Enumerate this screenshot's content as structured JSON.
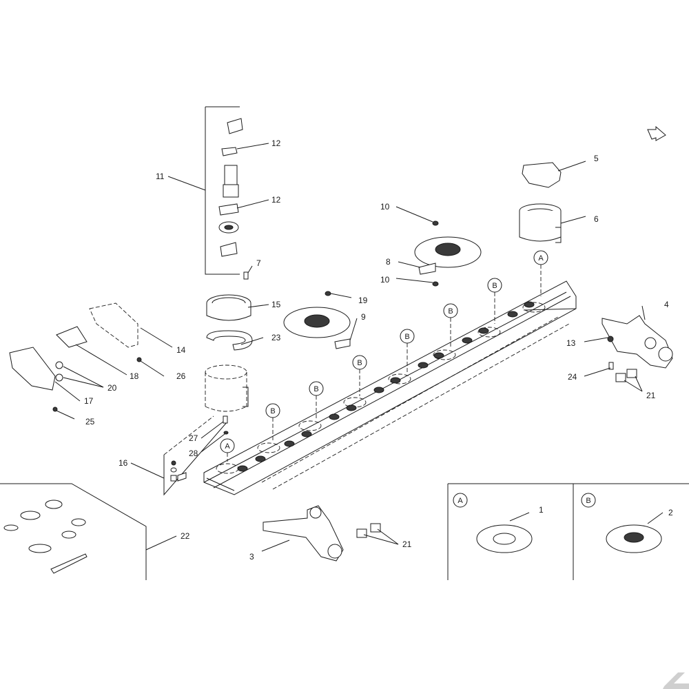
{
  "callouts": [
    {
      "id": "c1",
      "text": "1"
    },
    {
      "id": "c2",
      "text": "2"
    },
    {
      "id": "c3",
      "text": "3"
    },
    {
      "id": "c4",
      "text": "4"
    },
    {
      "id": "c5",
      "text": "5"
    },
    {
      "id": "c6",
      "text": "6"
    },
    {
      "id": "c7",
      "text": "7"
    },
    {
      "id": "c8",
      "text": "8"
    },
    {
      "id": "c9",
      "text": "9"
    },
    {
      "id": "c10a",
      "text": "10"
    },
    {
      "id": "c10b",
      "text": "10"
    },
    {
      "id": "c11",
      "text": "11"
    },
    {
      "id": "c12a",
      "text": "12"
    },
    {
      "id": "c12b",
      "text": "12"
    },
    {
      "id": "c13",
      "text": "13"
    },
    {
      "id": "c14",
      "text": "14"
    },
    {
      "id": "c15",
      "text": "15"
    },
    {
      "id": "c16",
      "text": "16"
    },
    {
      "id": "c17",
      "text": "17"
    },
    {
      "id": "c18",
      "text": "18"
    },
    {
      "id": "c19",
      "text": "19"
    },
    {
      "id": "c20",
      "text": "20"
    },
    {
      "id": "c21a",
      "text": "21"
    },
    {
      "id": "c21b",
      "text": "21"
    },
    {
      "id": "c22",
      "text": "22"
    },
    {
      "id": "c23",
      "text": "23"
    },
    {
      "id": "c24",
      "text": "24"
    },
    {
      "id": "c25",
      "text": "25"
    },
    {
      "id": "c26",
      "text": "26"
    },
    {
      "id": "c27",
      "text": "27"
    },
    {
      "id": "c28",
      "text": "28"
    }
  ],
  "detail_markers": {
    "a": "A",
    "b": "B"
  },
  "colors": {
    "line": "#1a1a1a",
    "paper": "#ffffff",
    "part_fill": "#3a3a3a"
  },
  "icons": [
    "direction-arrow-icon",
    "brand-logo-icon"
  ]
}
